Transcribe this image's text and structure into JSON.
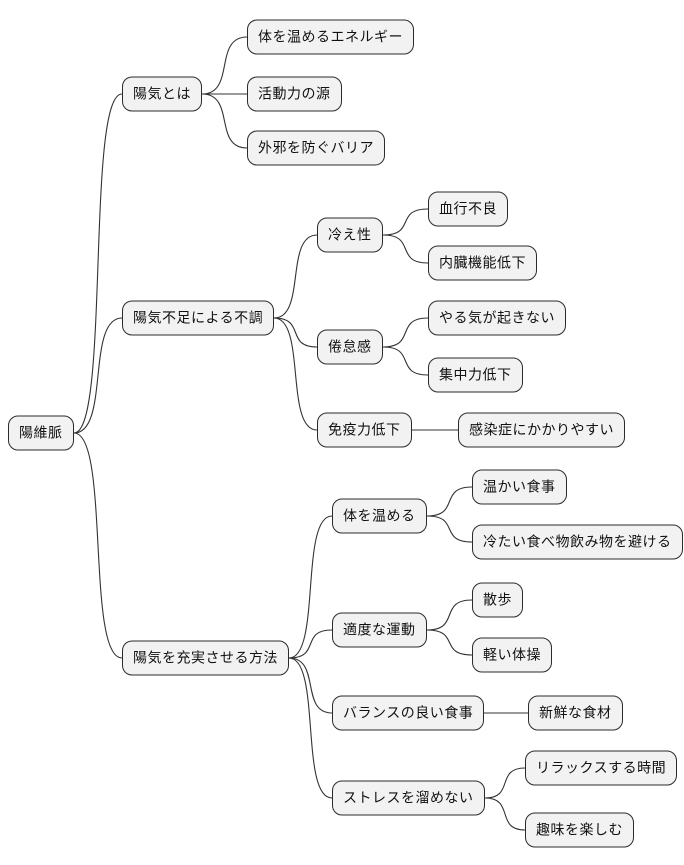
{
  "diagram": {
    "type": "mindmap",
    "root": {
      "id": "yang-wei-mai",
      "label": "陽維脈",
      "children": [
        {
          "id": "what-is-yangqi",
          "label": "陽気とは",
          "children": [
            {
              "id": "warming-energy",
              "label": "体を温めるエネルギー",
              "children": []
            },
            {
              "id": "source-of-activity",
              "label": "活動力の源",
              "children": []
            },
            {
              "id": "barrier-against-evils",
              "label": "外邪を防ぐバリア",
              "children": []
            }
          ]
        },
        {
          "id": "deficiency-disorders",
          "label": "陽気不足による不調",
          "children": [
            {
              "id": "cold-sensitivity",
              "label": "冷え性",
              "children": [
                {
                  "id": "poor-circulation",
                  "label": "血行不良",
                  "children": []
                },
                {
                  "id": "organ-function-decline",
                  "label": "内臓機能低下",
                  "children": []
                }
              ]
            },
            {
              "id": "fatigue",
              "label": "倦怠感",
              "children": [
                {
                  "id": "no-motivation",
                  "label": "やる気が起きない",
                  "children": []
                },
                {
                  "id": "poor-concentration",
                  "label": "集中力低下",
                  "children": []
                }
              ]
            },
            {
              "id": "weak-immunity",
              "label": "免疫力低下",
              "children": [
                {
                  "id": "prone-to-infection",
                  "label": "感染症にかかりやすい",
                  "children": []
                }
              ]
            }
          ]
        },
        {
          "id": "ways-to-enrich-yangqi",
          "label": "陽気を充実させる方法",
          "children": [
            {
              "id": "warm-the-body",
              "label": "体を温める",
              "children": [
                {
                  "id": "warm-meals",
                  "label": "温かい食事",
                  "children": []
                },
                {
                  "id": "avoid-cold-food-drink",
                  "label": "冷たい食べ物飲み物を避ける",
                  "children": []
                }
              ]
            },
            {
              "id": "moderate-exercise",
              "label": "適度な運動",
              "children": [
                {
                  "id": "walking",
                  "label": "散歩",
                  "children": []
                },
                {
                  "id": "light-gymnastics",
                  "label": "軽い体操",
                  "children": []
                }
              ]
            },
            {
              "id": "balanced-diet",
              "label": "バランスの良い食事",
              "children": [
                {
                  "id": "fresh-ingredients",
                  "label": "新鮮な食材",
                  "children": []
                }
              ]
            },
            {
              "id": "avoid-stress",
              "label": "ストレスを溜めない",
              "children": [
                {
                  "id": "relaxation-time",
                  "label": "リラックスする時間",
                  "children": []
                },
                {
                  "id": "enjoy-hobbies",
                  "label": "趣味を楽しむ",
                  "children": []
                }
              ]
            }
          ]
        }
      ]
    }
  },
  "colors": {
    "background": "#ffffff",
    "node_fill": "#f2f2f2",
    "node_border": "#2b2b2b",
    "edge": "#333333",
    "text": "#111111"
  }
}
